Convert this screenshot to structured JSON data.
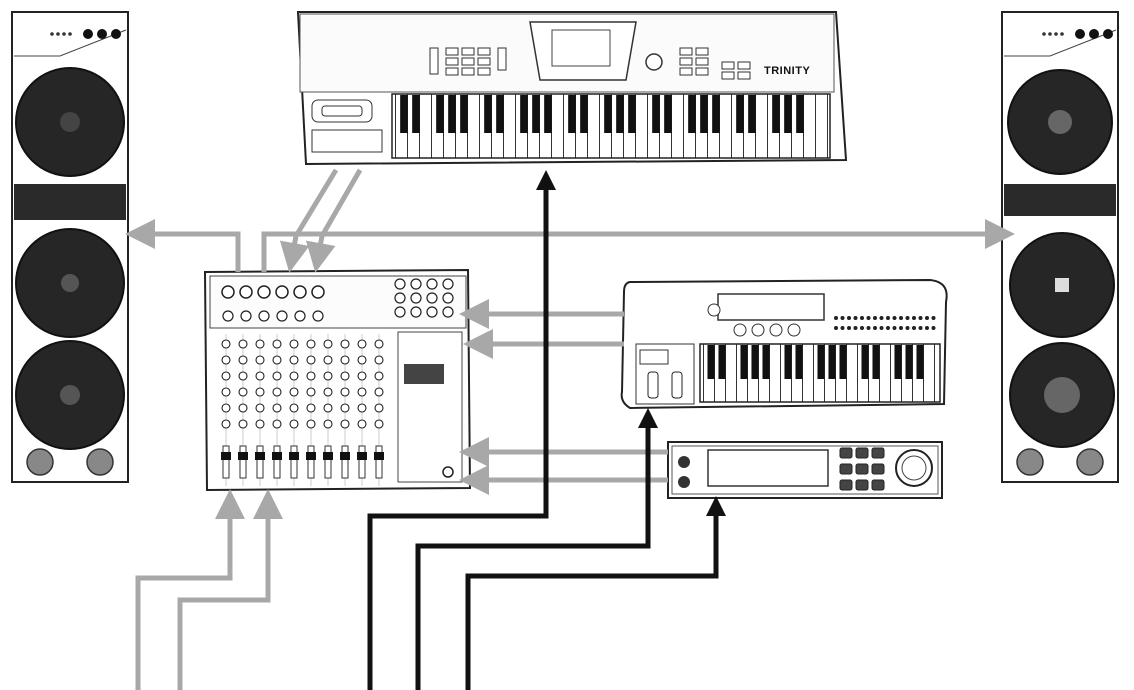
{
  "diagram": {
    "type": "audio-signal-flow-illustration",
    "devices": {
      "left_speaker": {
        "kind": "speaker"
      },
      "right_speaker": {
        "kind": "speaker"
      },
      "main_keyboard": {
        "kind": "workstation-keyboard",
        "logo_text": "TRINITY"
      },
      "mixer": {
        "kind": "mixer"
      },
      "synth_keyboard": {
        "kind": "synthesizer"
      },
      "rack_module": {
        "kind": "rack-module"
      }
    },
    "connections": {
      "audio_color": "#a8a8a8",
      "midi_color": "#111111",
      "list": [
        {
          "from": "main_keyboard",
          "to": "mixer",
          "kind": "audio"
        },
        {
          "from": "mixer",
          "to": "left_speaker",
          "kind": "audio"
        },
        {
          "from": "mixer",
          "to": "right_speaker",
          "kind": "audio"
        },
        {
          "from": "synth_keyboard",
          "to": "mixer",
          "kind": "audio"
        },
        {
          "from": "rack_module",
          "to": "mixer",
          "kind": "audio"
        },
        {
          "from": "external",
          "to": "mixer",
          "kind": "audio"
        },
        {
          "from": "external",
          "to": "main_keyboard",
          "kind": "midi"
        },
        {
          "from": "external",
          "to": "synth_keyboard",
          "kind": "midi"
        },
        {
          "from": "external",
          "to": "rack_module",
          "kind": "midi"
        }
      ]
    }
  }
}
